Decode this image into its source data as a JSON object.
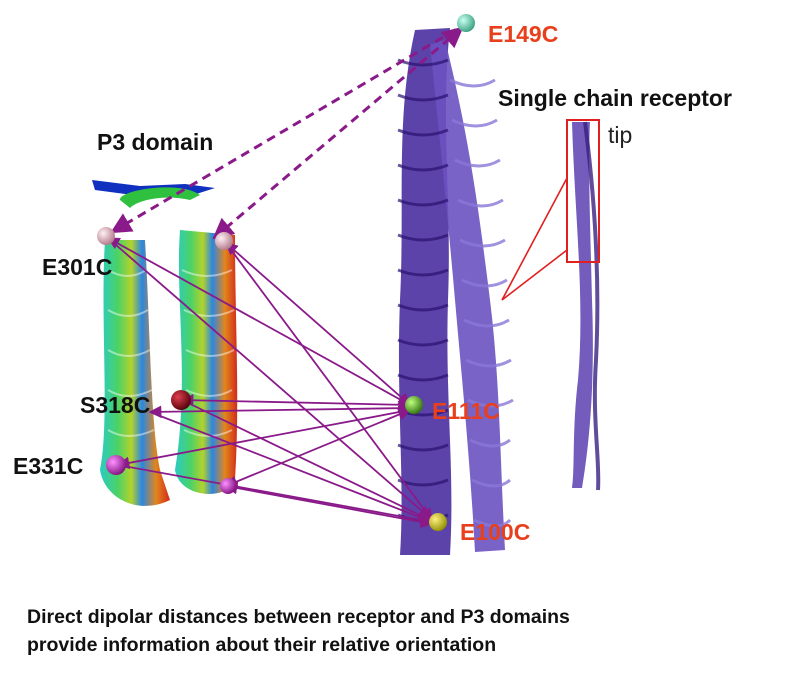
{
  "labels": {
    "p3_domain": "P3 domain",
    "single_chain_receptor": "Single chain receptor",
    "tip": "tip",
    "e149c": "E149C",
    "e301c": "E301C",
    "s318c": "S318C",
    "e331c": "E331C",
    "e111c": "E111C",
    "e100c": "E100C"
  },
  "caption": {
    "line1": "Direct dipolar distances between receptor and P3 domains",
    "line2": "provide information about their relative orientation"
  },
  "colors": {
    "arrow": "#8a1a8a",
    "receptor_helix": "#5a3fb0",
    "receptor_helix_dark": "#3a1f80",
    "label_red": "#e8401c",
    "zoom_box": "#e02020",
    "spin_label_teal": "#5fc8a0",
    "spin_label_pink": "#d8a0b0",
    "spin_label_green": "#50b020",
    "spin_label_darkred": "#800010",
    "spin_label_magenta": "#c020c0",
    "spin_label_yellow": "#d0c020"
  }
}
